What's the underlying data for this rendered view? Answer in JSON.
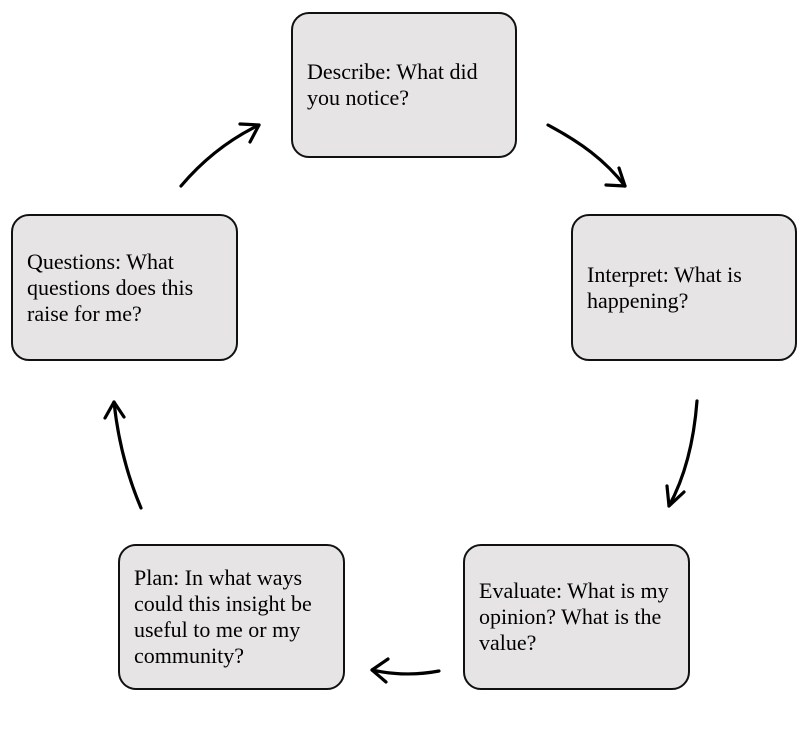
{
  "diagram": {
    "nodes": [
      {
        "id": "describe",
        "label": "Describe: What did you notice?"
      },
      {
        "id": "interpret",
        "label": "Interpret: What is happening?"
      },
      {
        "id": "evaluate",
        "label": "Evaluate: What is my opinion? What is the value?"
      },
      {
        "id": "plan",
        "label": "Plan: In what ways could this insight be useful to me or my community?"
      },
      {
        "id": "questions",
        "label": "Questions: What questions does this raise for me?"
      }
    ],
    "edges": [
      {
        "from": "describe",
        "to": "interpret"
      },
      {
        "from": "interpret",
        "to": "evaluate"
      },
      {
        "from": "evaluate",
        "to": "plan"
      },
      {
        "from": "plan",
        "to": "questions"
      },
      {
        "from": "questions",
        "to": "describe"
      }
    ]
  }
}
